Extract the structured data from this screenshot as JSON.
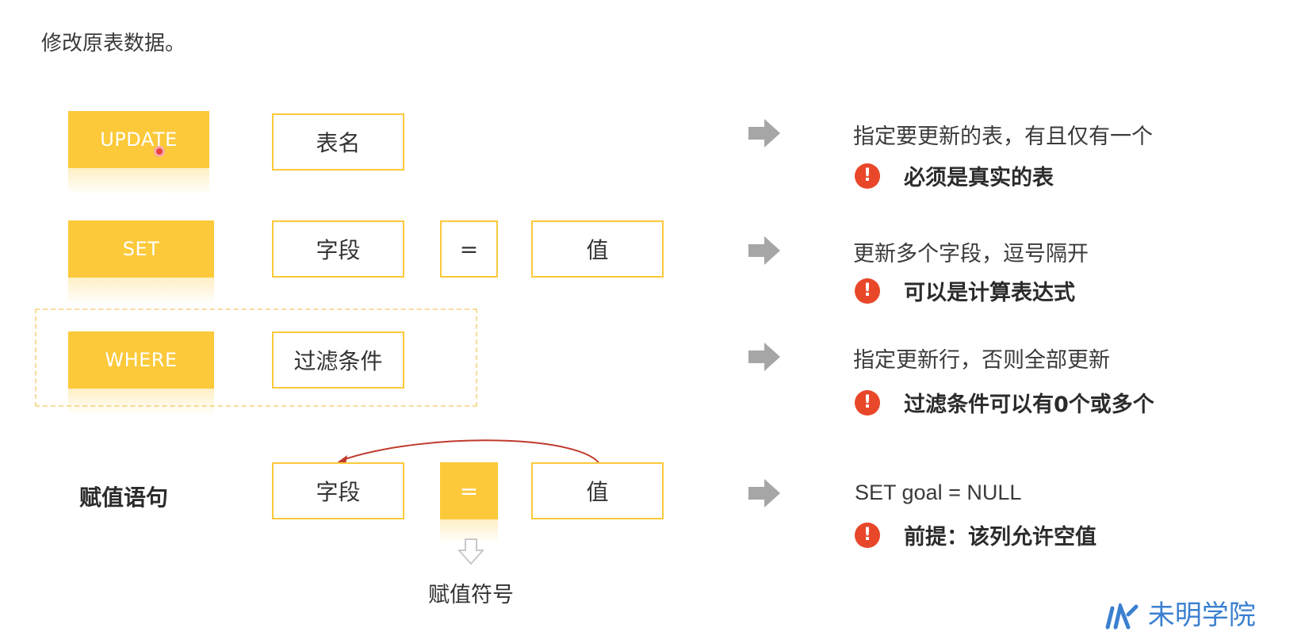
{
  "title": "修改原表数据。",
  "rows": [
    {
      "keyword": "UPDATE",
      "boxes": [
        "表名"
      ],
      "description": "指定要更新的表，有且仅有一个",
      "warning": "必须是真实的表"
    },
    {
      "keyword": "SET",
      "boxes": [
        "字段",
        "=",
        "值"
      ],
      "description": "更新多个字段，逗号隔开",
      "warning": "可以是计算表达式"
    },
    {
      "keyword": "WHERE",
      "boxes": [
        "过滤条件"
      ],
      "description": "指定更新行，否则全部更新",
      "warning": "过滤条件可以有0个或多个"
    },
    {
      "label": "赋值语句",
      "boxes": [
        "字段",
        "=",
        "值"
      ],
      "description": "SET goal = NULL",
      "warning": "前提：该列允许空值"
    }
  ],
  "assign_symbol_label": "赋值符号",
  "warning_icon_text": "!",
  "logo_text": "未明学院",
  "colors": {
    "accent": "#fcc93a",
    "warning": "#e8472a",
    "arrow": "#a6a6a6",
    "curve": "#c0392b",
    "logo": "#3b7fd0"
  },
  "icons": [
    "right-arrow-icon",
    "warning-icon",
    "down-hollow-arrow-icon",
    "curved-arrow-icon",
    "cursor-dot-icon"
  ]
}
